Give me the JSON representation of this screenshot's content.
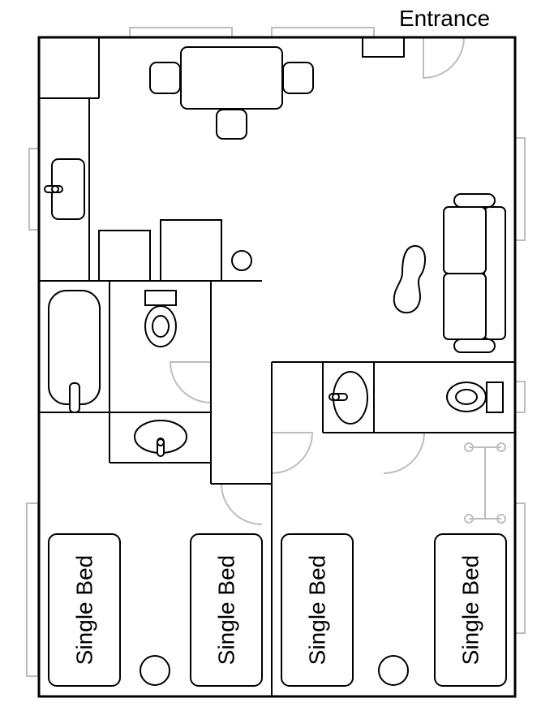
{
  "labels": {
    "entrance": "Entrance"
  },
  "beds": [
    {
      "label": "Single Bed"
    },
    {
      "label": "Single Bed"
    },
    {
      "label": "Single Bed"
    },
    {
      "label": "Single Bed"
    }
  ]
}
